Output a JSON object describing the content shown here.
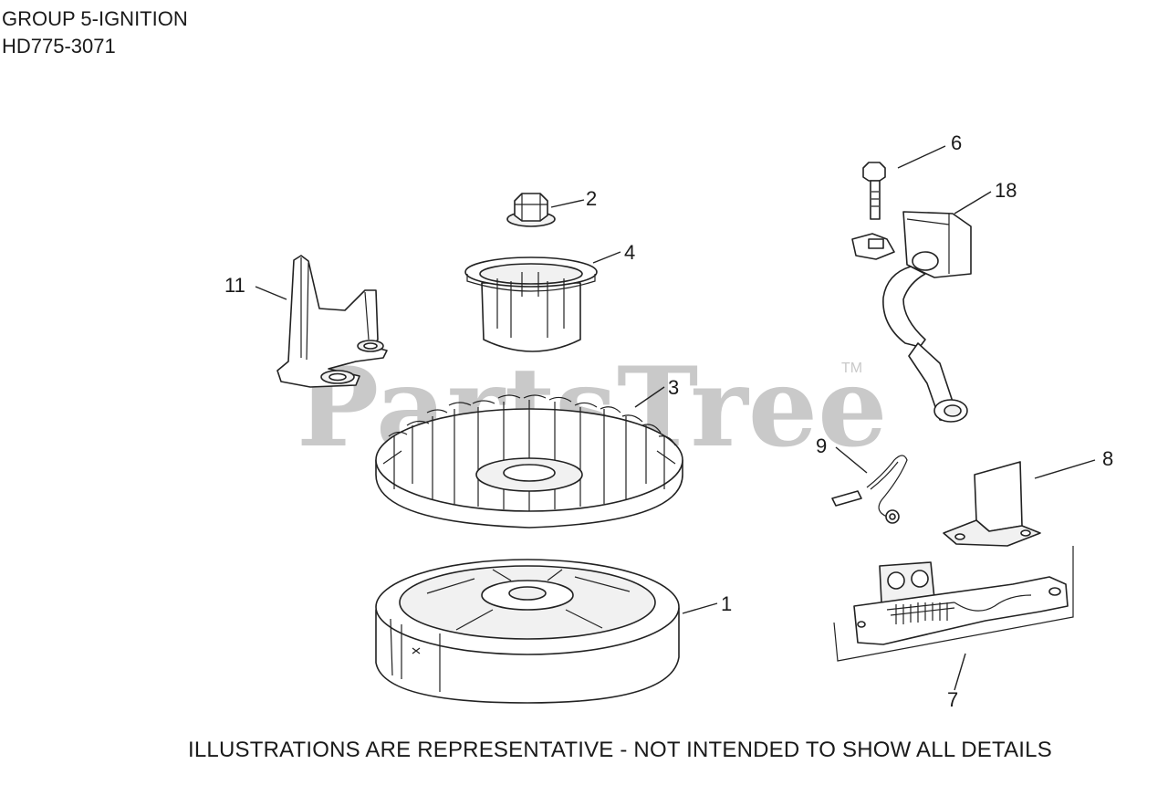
{
  "header": {
    "group_title": "GROUP 5-IGNITION",
    "model_number": "HD775-3071"
  },
  "watermark": {
    "text": "PartsTree",
    "trademark": "TM"
  },
  "footer": {
    "disclaimer": "ILLUSTRATIONS ARE REPRESENTATIVE - NOT INTENDED TO SHOW ALL DETAILS"
  },
  "callouts": {
    "c1": "1",
    "c2": "2",
    "c3": "3",
    "c4": "4",
    "c6": "6",
    "c7": "7",
    "c8": "8",
    "c9": "9",
    "c11": "11",
    "c18": "18"
  },
  "parts": [
    {
      "ref": "1",
      "icon": "flywheel-icon"
    },
    {
      "ref": "2",
      "icon": "flange-nut-icon"
    },
    {
      "ref": "3",
      "icon": "fan-icon"
    },
    {
      "ref": "4",
      "icon": "starter-cup-icon"
    },
    {
      "ref": "6",
      "icon": "bolt-icon"
    },
    {
      "ref": "7",
      "icon": "brake-assembly-icon"
    },
    {
      "ref": "8",
      "icon": "bracket-plate-icon"
    },
    {
      "ref": "9",
      "icon": "ground-wire-icon"
    },
    {
      "ref": "11",
      "icon": "shield-bracket-icon"
    },
    {
      "ref": "18",
      "icon": "ignition-coil-icon"
    }
  ]
}
